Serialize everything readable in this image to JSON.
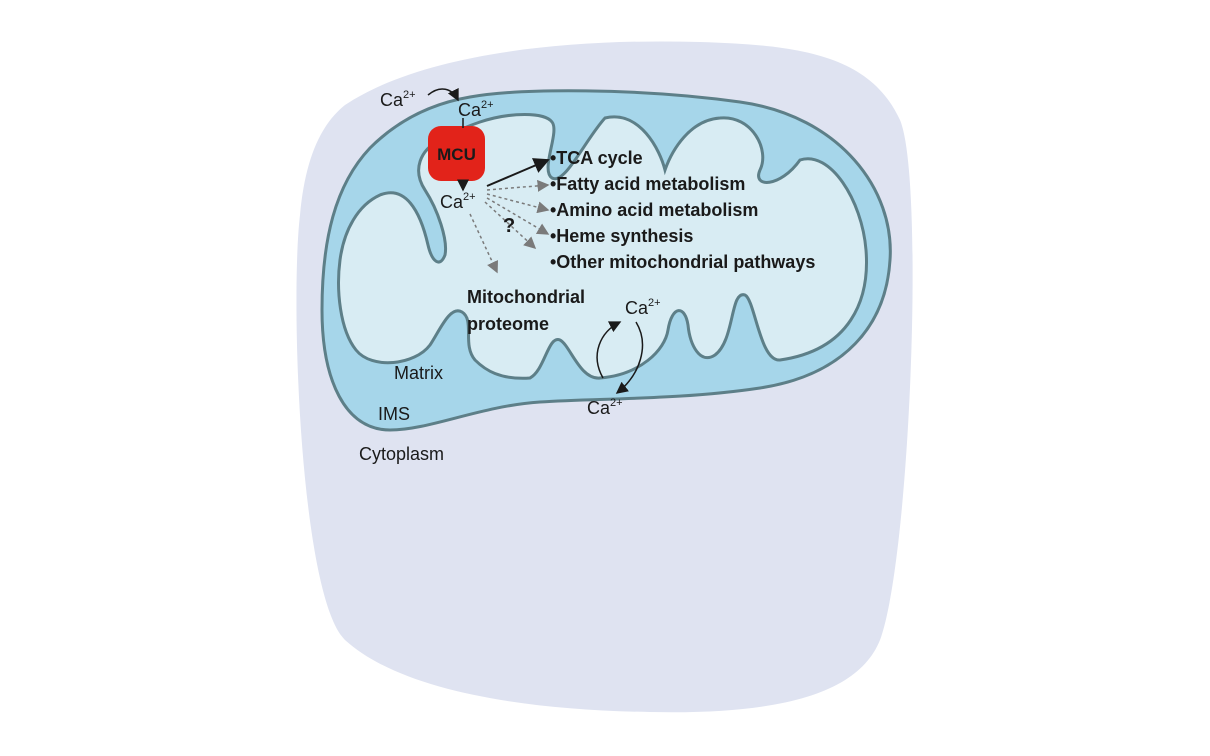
{
  "labels": {
    "ca_outer": "Ca",
    "ca_outer_sup": "2+",
    "ca_ims": "Ca",
    "ca_ims_sup": "2+",
    "mcu": "MCU",
    "ca_matrix": "Ca",
    "ca_matrix_sup": "2+",
    "question": "?",
    "proteome_line1": "Mitochondrial",
    "proteome_line2": "proteome",
    "ca_right_top": "Ca",
    "ca_right_top_sup": "2+",
    "ca_right_bottom": "Ca",
    "ca_right_bottom_sup": "2+",
    "matrix": "Matrix",
    "ims": "IMS",
    "cytoplasm": "Cytoplasm"
  },
  "pathways": [
    "•TCA cycle",
    "•Fatty acid metabolism",
    "•Amino acid metabolism",
    "•Heme synthesis",
    "•Other mitochondrial pathways"
  ],
  "colors": {
    "cell": "#dfe3f1",
    "ims": "#a6d6ea",
    "matrix": "#d8ecf3",
    "membrane": "#5d7f88",
    "mcu": "#e2231a"
  }
}
